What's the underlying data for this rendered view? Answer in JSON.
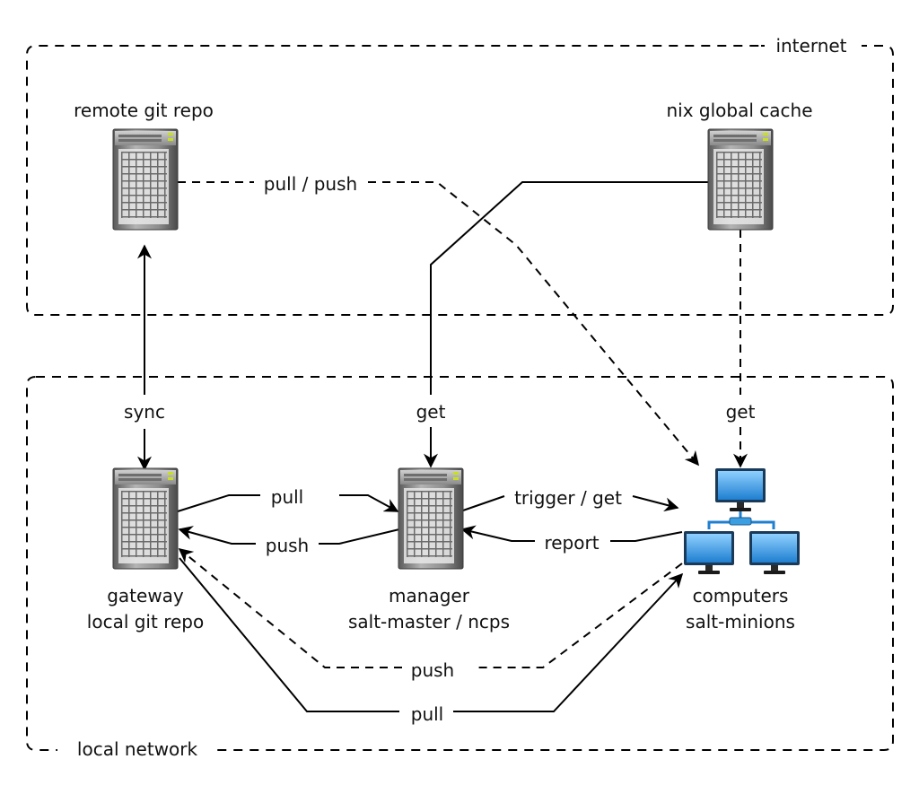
{
  "zones": {
    "internet": "internet",
    "local_network": "local network"
  },
  "nodes": {
    "remote_repo": {
      "label": "remote git repo",
      "icon": "server-icon"
    },
    "nix_cache": {
      "label": "nix global cache",
      "icon": "server-icon"
    },
    "gateway": {
      "line1": "gateway",
      "line2": "local git repo",
      "icon": "server-icon"
    },
    "manager": {
      "line1": "manager",
      "line2": "salt-master / ncps",
      "icon": "server-icon"
    },
    "computers": {
      "line1": "computers",
      "line2": "salt-minions",
      "icon": "network-computers-icon"
    }
  },
  "edges": {
    "pull_push": "pull / push",
    "sync": "sync",
    "get_manager": "get",
    "get_computers": "get",
    "pull_gw_mgr": "pull",
    "push_mgr_gw": "push",
    "trigger_get": "trigger / get",
    "report": "report",
    "push_bottom": "push",
    "pull_bottom": "pull"
  },
  "colors": {
    "line": "#000000",
    "server_body": "#8a8a8a",
    "server_led": "#c8e020",
    "monitor_screen": "#3a9ee0"
  }
}
